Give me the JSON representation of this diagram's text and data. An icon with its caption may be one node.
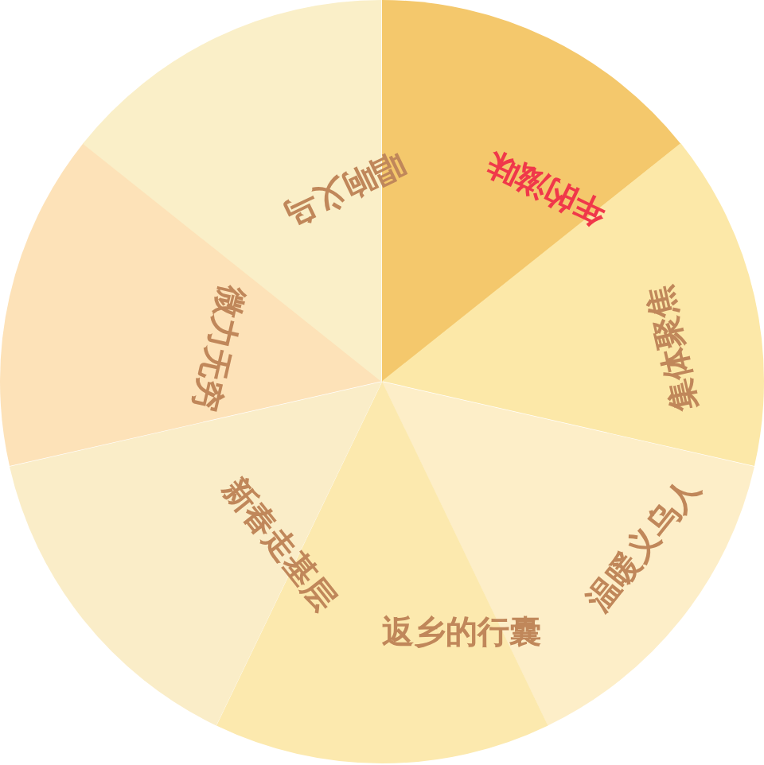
{
  "diagram": {
    "nodes": [
      {
        "text": [
          "年的滋味"
        ]
      },
      {
        "text": [
          "集体聚焦"
        ]
      },
      {
        "text": [
          "温暖义乌人"
        ]
      },
      {
        "text": [
          "返乡的行囊"
        ]
      },
      {
        "text": [
          "新春走基层"
        ]
      },
      {
        "text": [
          "微力无穷"
        ]
      },
      {
        "text": [
          "唱响义乌"
        ]
      }
    ]
  }
}
